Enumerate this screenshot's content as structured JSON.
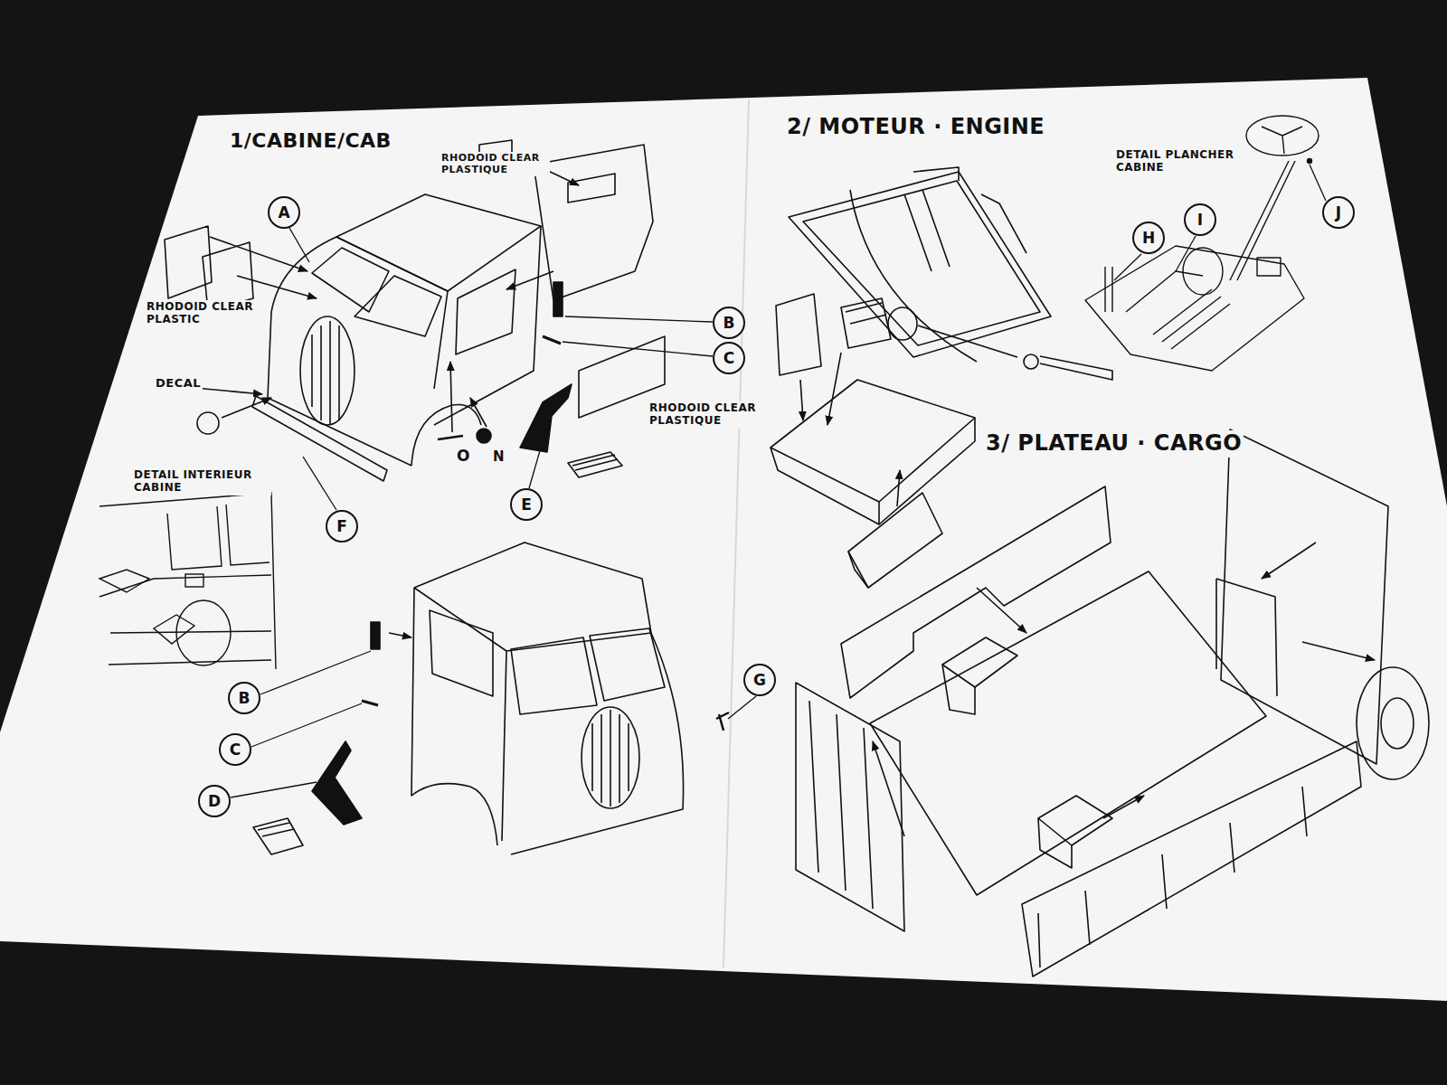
{
  "diagram": {
    "nodes": [
      {
        "text": [
          "A"
        ]
      },
      {
        "text": [
          "B"
        ]
      },
      {
        "text": [
          "C"
        ]
      },
      {
        "text": [
          "F"
        ]
      },
      {
        "text": [
          "E"
        ]
      },
      {
        "text": [
          "B"
        ]
      },
      {
        "text": [
          "C"
        ]
      },
      {
        "text": [
          "D"
        ]
      },
      {
        "text": [
          "G"
        ]
      },
      {
        "text": [
          "H"
        ]
      },
      {
        "text": [
          "I"
        ]
      },
      {
        "text": [
          "J"
        ]
      }
    ],
    "labels": [
      "1/CABINE/CAB",
      "RHODOID CLEAR PLASTIQUE",
      "RHODOID CLEAR PLASTIC",
      "DECAL",
      "O",
      "N",
      "RHODOID CLEAR PLASTIQUE",
      "DETAIL INTERIEUR CABINE",
      "2/ MOTEUR · ENGINE",
      "DETAIL PLANCHER CABINE",
      "3/ PLATEAU · CARGO"
    ]
  }
}
